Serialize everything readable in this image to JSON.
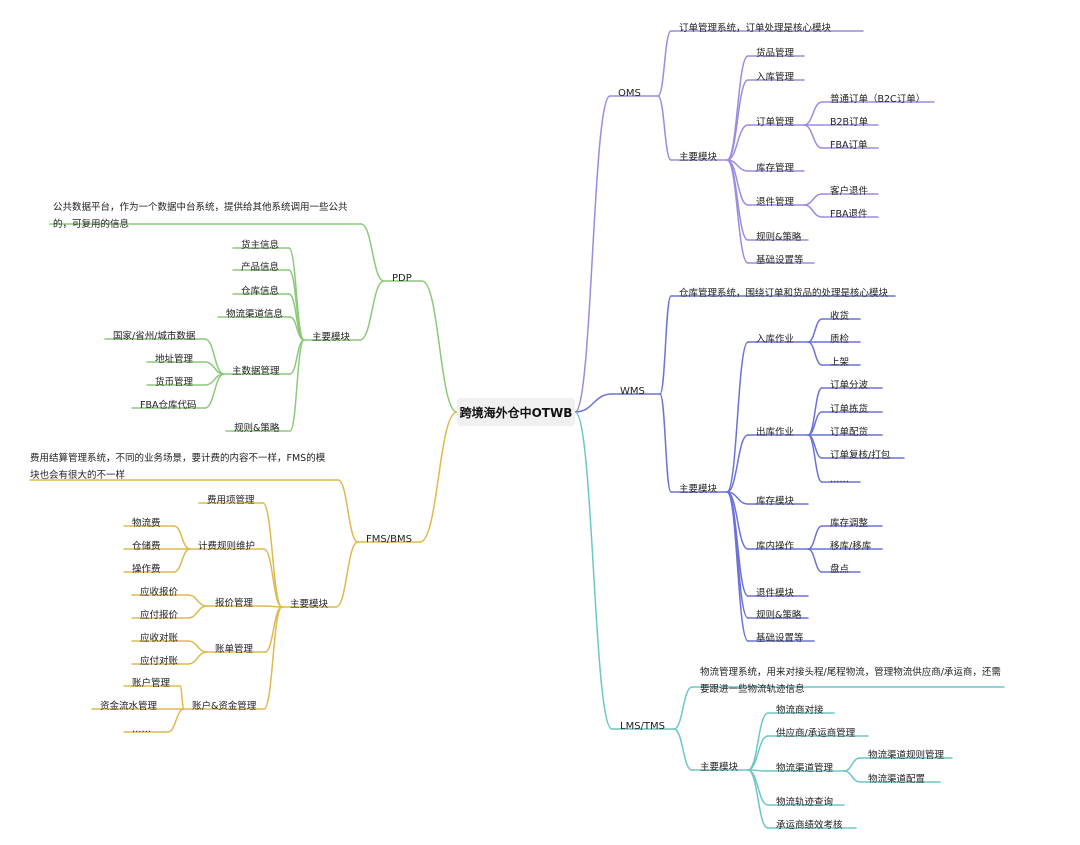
{
  "root": "跨境海外仓中OTWB",
  "colors": {
    "oms": "#9b8ce0",
    "wms": "#6b72d8",
    "lms": "#6cc7c8",
    "pdp": "#8cc97b",
    "fms": "#dfb94f"
  },
  "branches": [
    {
      "id": "oms",
      "label": "OMS",
      "children": [
        {
          "label": "订单管理系统，订单处理是核心模块"
        },
        {
          "label": "主要模块",
          "children": [
            {
              "label": "货品管理"
            },
            {
              "label": "入库管理"
            },
            {
              "label": "订单管理",
              "children": [
                {
                  "label": "普通订单（B2C订单）"
                },
                {
                  "label": "B2B订单"
                },
                {
                  "label": "FBA订单"
                }
              ]
            },
            {
              "label": "库存管理"
            },
            {
              "label": "退件管理",
              "children": [
                {
                  "label": "客户退件"
                },
                {
                  "label": "FBA退件"
                }
              ]
            },
            {
              "label": "规则&策略"
            },
            {
              "label": "基础设置等"
            }
          ]
        }
      ]
    },
    {
      "id": "wms",
      "label": "WMS",
      "children": [
        {
          "label": "仓库管理系统，围绕订单和货品的处理是核心模块"
        },
        {
          "label": "主要模块",
          "children": [
            {
              "label": "入库作业",
              "children": [
                {
                  "label": "收货"
                },
                {
                  "label": "质检"
                },
                {
                  "label": "上架"
                }
              ]
            },
            {
              "label": "出库作业",
              "children": [
                {
                  "label": "订单分波"
                },
                {
                  "label": "订单拣货"
                },
                {
                  "label": "订单配货"
                },
                {
                  "label": "订单复核/打包"
                },
                {
                  "label": "……"
                }
              ]
            },
            {
              "label": "库存模块"
            },
            {
              "label": "库内操作",
              "children": [
                {
                  "label": "库存调整"
                },
                {
                  "label": "移库/移库"
                },
                {
                  "label": "盘点"
                }
              ]
            },
            {
              "label": "退件模块"
            },
            {
              "label": "规则&策略"
            },
            {
              "label": "基础设置等"
            }
          ]
        }
      ]
    },
    {
      "id": "lms",
      "label": "LMS/TMS",
      "children": [
        {
          "label": "物流管理系统，用来对接头程/尾程物流，管理物流供应商/承运商，还需要跟进一些物流轨迹信息"
        },
        {
          "label": "主要模块",
          "children": [
            {
              "label": "物流商对接"
            },
            {
              "label": "供应商/承运商管理"
            },
            {
              "label": "物流渠道管理",
              "children": [
                {
                  "label": "物流渠道规则管理"
                },
                {
                  "label": "物流渠道配置"
                }
              ]
            },
            {
              "label": "物流轨迹查询"
            },
            {
              "label": "承运商绩效考核"
            }
          ]
        }
      ]
    },
    {
      "id": "pdp",
      "label": "PDP",
      "children": [
        {
          "label": "公共数据平台，作为一个数据中台系统，提供给其他系统调用一些公共的，可复用的信息"
        },
        {
          "label": "主要模块",
          "children": [
            {
              "label": "货主信息"
            },
            {
              "label": "产品信息"
            },
            {
              "label": "仓库信息"
            },
            {
              "label": "物流渠道信息"
            },
            {
              "label": "主数据管理",
              "children": [
                {
                  "label": "国家/省州/城市数据"
                },
                {
                  "label": "地址管理"
                },
                {
                  "label": "货币管理"
                },
                {
                  "label": "FBA仓库代码"
                }
              ]
            },
            {
              "label": "规则&策略"
            }
          ]
        }
      ]
    },
    {
      "id": "fms",
      "label": "FMS/BMS",
      "children": [
        {
          "label": "费用结算管理系统，不同的业务场景，要计费的内容不一样，FMS的模块也会有很大的不一样"
        },
        {
          "label": "主要模块",
          "children": [
            {
              "label": "费用项管理"
            },
            {
              "label": "计费规则维护",
              "children": [
                {
                  "label": "物流费"
                },
                {
                  "label": "仓储费"
                },
                {
                  "label": "操作费"
                }
              ]
            },
            {
              "label": "报价管理",
              "children": [
                {
                  "label": "应收报价"
                },
                {
                  "label": "应付报价"
                }
              ]
            },
            {
              "label": "账单管理",
              "children": [
                {
                  "label": "应收对账"
                },
                {
                  "label": "应付对账"
                }
              ]
            },
            {
              "label": "账户&资金管理",
              "children": [
                {
                  "label": "账户管理"
                },
                {
                  "label": "资金流水管理"
                },
                {
                  "label": "……"
                }
              ]
            }
          ]
        }
      ]
    }
  ]
}
